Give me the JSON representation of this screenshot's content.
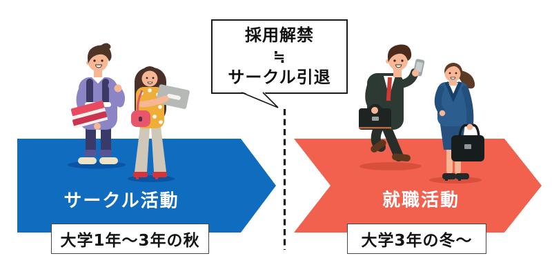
{
  "diagram": {
    "bubble": {
      "line1": "採用解禁",
      "line2": "≒",
      "line3": "サークル引退"
    },
    "left_phase": {
      "title": "サークル活動",
      "period_label": "大学1年～3年の秋",
      "arrow_color": "#0f6cbe",
      "shadow_color": "#0a55a3"
    },
    "right_phase": {
      "title": "就職活動",
      "period_label": "大学3年の冬～",
      "arrow_color": "#f2604e",
      "shadow_color": "#d8503c"
    },
    "divider_color": "#1a1a1a"
  }
}
